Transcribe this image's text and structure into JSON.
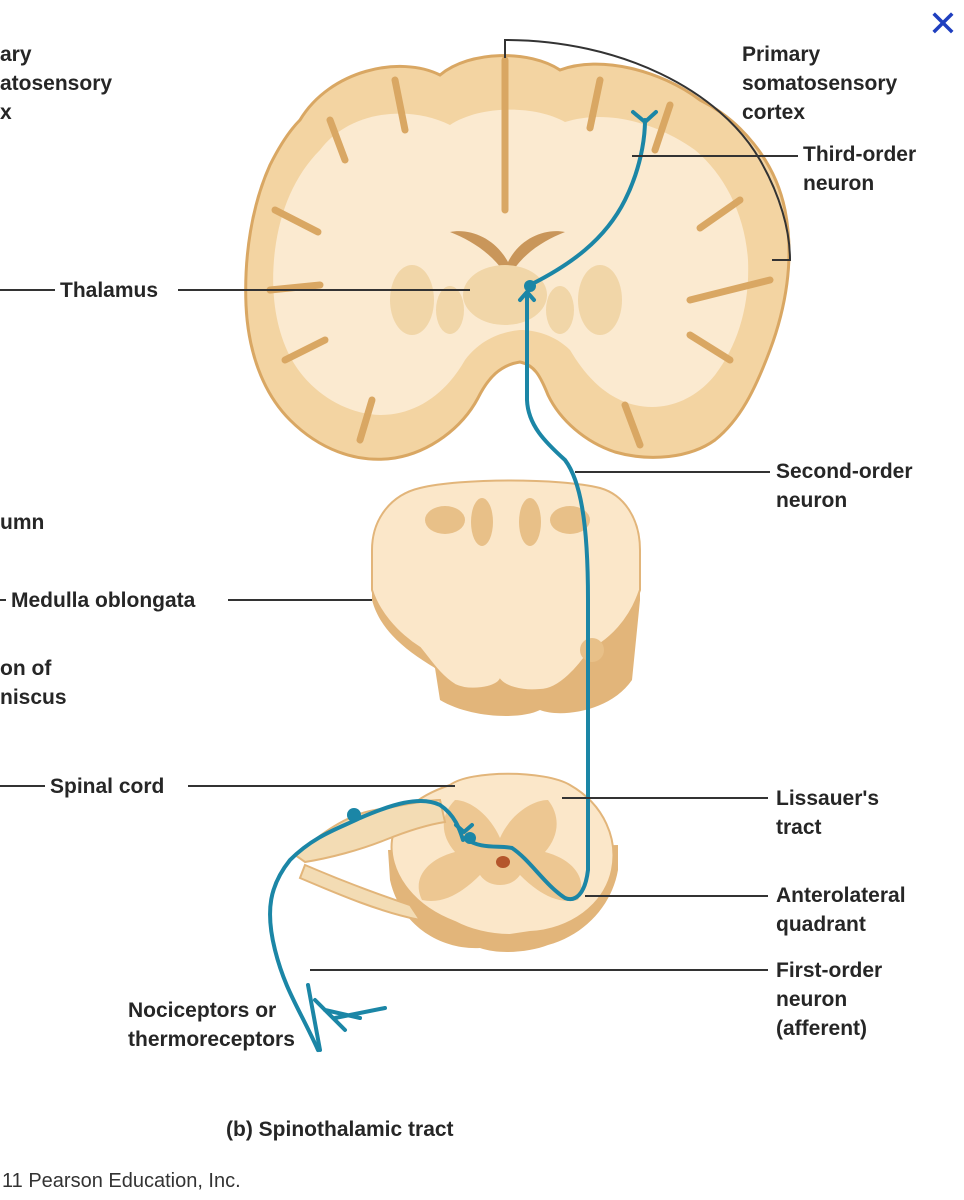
{
  "close_icon": "close-icon",
  "colors": {
    "tissue_light": "#fbe9cf",
    "tissue_mid": "#f1cf9a",
    "tissue_dark": "#d9a763",
    "neuron": "#1b86a6",
    "close": "#1f3fbf"
  },
  "left_labels": {
    "primary_cortex_l1": "ary",
    "primary_cortex_l2": "atosensory",
    "primary_cortex_l3": "x",
    "thalamus": "Thalamus",
    "column": "umn",
    "medulla": "Medulla oblongata",
    "decussation_l1": "on of",
    "decussation_l2": "niscus",
    "spinal_cord": "Spinal cord",
    "receptors_l1": "Nociceptors or",
    "receptors_l2": "thermoreceptors"
  },
  "right_labels": {
    "primary_cortex_l1": "Primary",
    "primary_cortex_l2": "somatosensory",
    "primary_cortex_l3": "cortex",
    "third_order_l1": "Third-order",
    "third_order_l2": "neuron",
    "second_order_l1": "Second-order",
    "second_order_l2": "neuron",
    "lissauer_l1": "Lissauer's",
    "lissauer_l2": "tract",
    "anterolateral_l1": "Anterolateral",
    "anterolateral_l2": "quadrant",
    "first_order_l1": "First-order",
    "first_order_l2": "neuron",
    "first_order_l3": "(afferent)"
  },
  "caption": {
    "letter": "(b)",
    "title": "Spinothalamic tract"
  },
  "credit": "11 Pearson Education, Inc."
}
